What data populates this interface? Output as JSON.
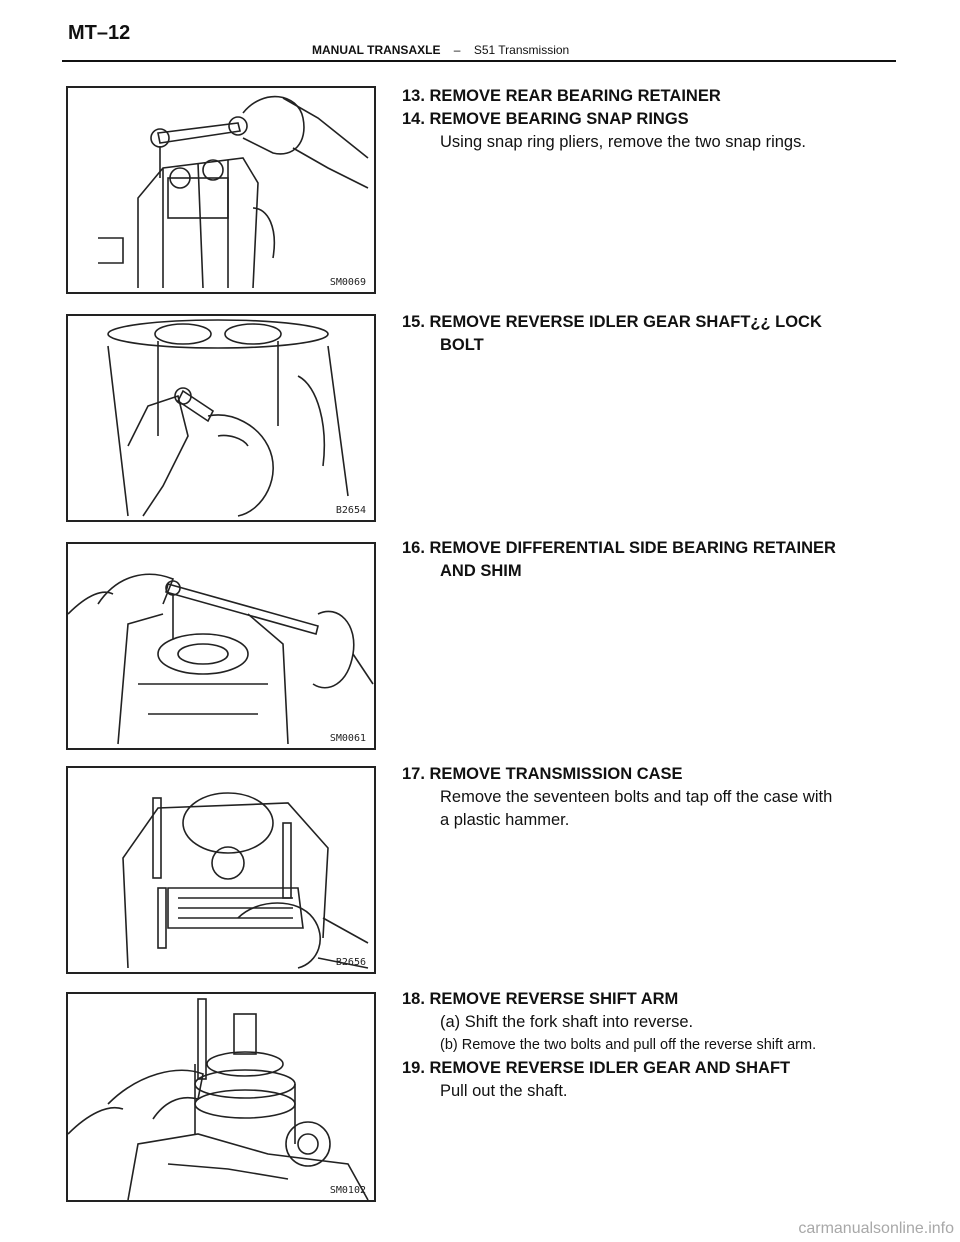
{
  "header": {
    "page_number": "MT–12",
    "section": "MANUAL TRANSAXLE",
    "separator": "–",
    "subsection": "S51 Transmission"
  },
  "figures": [
    {
      "code": "SM0069"
    },
    {
      "code": "B2654"
    },
    {
      "code": "SM0061"
    },
    {
      "code": "B2656"
    },
    {
      "code": "SM0102"
    }
  ],
  "steps": {
    "s13": {
      "title": "13. REMOVE REAR BEARING RETAINER"
    },
    "s14": {
      "title": "14. REMOVE BEARING SNAP RINGS",
      "body": "Using snap ring pliers, remove the two snap rings."
    },
    "s15": {
      "title": "15.  REMOVE  REVERSE  IDLER  GEAR  SHAFT¿¿  LOCK",
      "title_cont": "BOLT"
    },
    "s16": {
      "title": "16. REMOVE DIFFERENTIAL SIDE BEARING RETAINER",
      "title_cont": "AND SHIM"
    },
    "s17": {
      "title": "17. REMOVE TRANSMISSION CASE",
      "body1": "Remove the seventeen bolts and tap off the case with",
      "body2": "a plastic hammer."
    },
    "s18": {
      "title": "18. REMOVE REVERSE SHIFT ARM",
      "a": "(a) Shift the fork shaft into reverse.",
      "b": "(b) Remove the two bolts and pull off the reverse shift arm."
    },
    "s19": {
      "title": "19. REMOVE REVERSE IDLER GEAR AND SHAFT",
      "body": "Pull out the shaft."
    }
  },
  "footer": {
    "watermark": "carmanualsonline.info"
  }
}
